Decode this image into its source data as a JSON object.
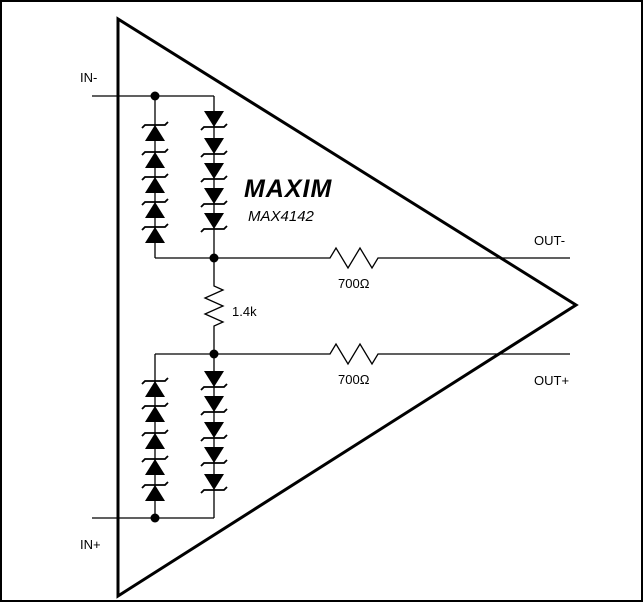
{
  "labels": {
    "in_minus": "IN-",
    "in_plus": "IN+",
    "out_minus": "OUT-",
    "out_plus": "OUT+",
    "r_mid": "1.4k",
    "r_top": "700Ω",
    "r_bot": "700Ω"
  },
  "brand": {
    "logo": "MAXIM",
    "part": "MAX4142"
  }
}
